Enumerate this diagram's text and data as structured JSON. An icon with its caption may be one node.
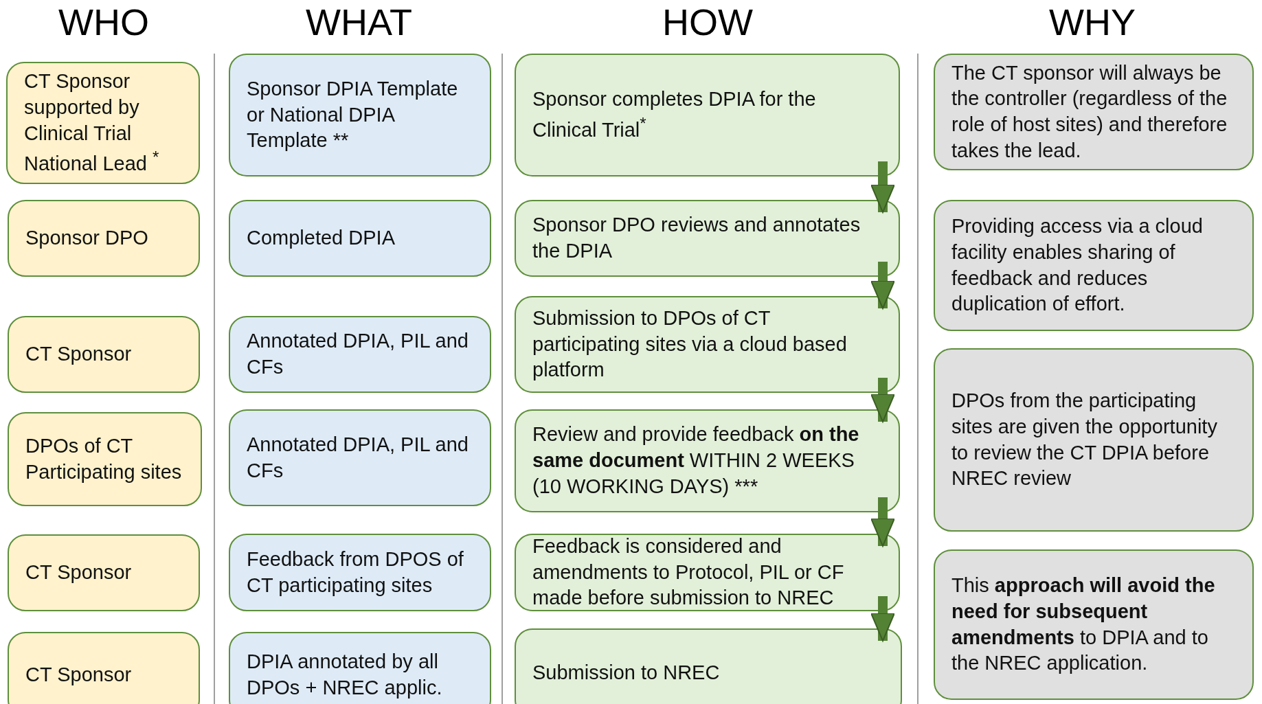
{
  "diagram": {
    "nodes": [
      {
        "text": [
          "CT Sponsor supported by Clinical Trial National Lead $^{*}$"
        ]
      },
      {
        "text": [
          "Sponsor DPO"
        ]
      },
      {
        "text": [
          "CT Sponsor"
        ]
      },
      {
        "text": [
          "DPOs of CT Participating sites"
        ]
      },
      {
        "text": [
          "CT Sponsor"
        ]
      },
      {
        "text": [
          "CT Sponsor"
        ]
      },
      {
        "text": [
          "Sponsor DPIA Template or National DPIA Template **"
        ]
      },
      {
        "text": [
          "Completed DPIA"
        ]
      },
      {
        "text": [
          "Annotated DPIA, PIL and CFs"
        ]
      },
      {
        "text": [
          "Annotated DPIA, PIL and CFs"
        ]
      },
      {
        "text": [
          "Feedback from DPOS of CT participating sites"
        ]
      },
      {
        "text": [
          "DPIA annotated by all DPOs + NREC applic."
        ]
      },
      {
        "text": [
          "Sponsor completes DPIA for the Clinical Trial$^{*}$"
        ]
      },
      {
        "text": [
          "Sponsor DPO reviews and annotates the DPIA"
        ]
      },
      {
        "text": [
          "Submission to DPOs of CT participating sites via a cloud based platform"
        ]
      },
      {
        "text": [
          "Review and provide feedback **on the same document** WITHIN 2 WEEKS (10 WORKING DAYS) ***"
        ]
      },
      {
        "text": [
          "Feedback is considered and amendments to Protocol, PIL or CF made before submission to NREC"
        ]
      },
      {
        "text": [
          "Submission to NREC"
        ]
      },
      {
        "text": [
          "The CT sponsor will always be the controller (regardless of the role of host sites) and therefore takes the lead."
        ]
      },
      {
        "text": [
          "Providing access via a cloud facility enables sharing of feedback and reduces duplication of effort."
        ]
      },
      {
        "text": [
          "DPOs from the participating sites are given the opportunity to review the CT DPIA before NREC review"
        ]
      },
      {
        "text": [
          "This **approach will avoid the need for subsequent amendments** to DPIA and to the NREC application."
        ]
      }
    ],
    "edges": [
      {
        "from": 12,
        "to": 13,
        "arrow": "to"
      },
      {
        "from": 13,
        "to": 14,
        "arrow": "to"
      },
      {
        "from": 14,
        "to": 15,
        "arrow": "to"
      },
      {
        "from": 15,
        "to": 16,
        "arrow": "to"
      },
      {
        "from": 16,
        "to": 17,
        "arrow": "to"
      }
    ],
    "labels": [
      "WHO",
      "WHAT",
      "HOW",
      "WHY"
    ]
  }
}
